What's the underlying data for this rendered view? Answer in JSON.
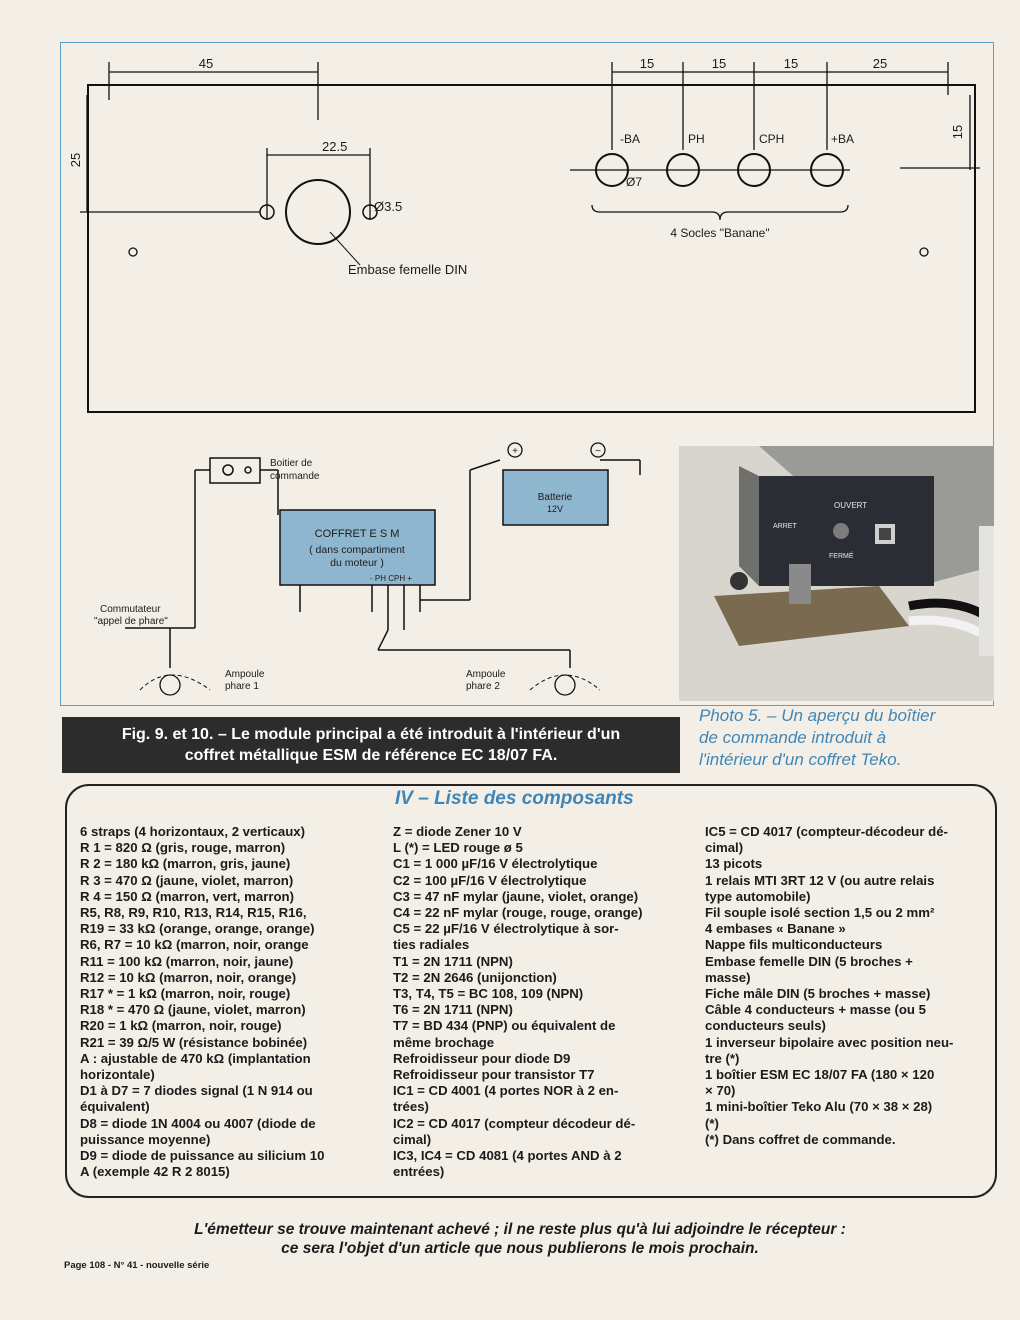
{
  "figure": {
    "dims": {
      "d45": "45",
      "d15a": "15",
      "d15b": "15",
      "d15c": "15",
      "d25top": "25",
      "d25left": "25",
      "d15right": "15",
      "d22_5": "22.5",
      "d3_5": "Ø3.5",
      "d7": "Ø7"
    },
    "socket_labels": [
      "-BA",
      "PH",
      "CPH",
      "+BA"
    ],
    "sockets_caption": "4 Socles \"Banane\"",
    "din_label": "Embase femelle DIN",
    "boitier_label_1": "Boitier de",
    "boitier_label_2": "commande",
    "coffret_line1": "COFFRET E S M",
    "coffret_line2": "( dans compartiment",
    "coffret_line3": "du moteur )",
    "coffret_pins": "- PH CPH +",
    "battery_line1": "Batterie",
    "battery_line2": "12V",
    "commutateur_1": "Commutateur",
    "commutateur_2": "\"appel de phare\"",
    "ampoule1_1": "Ampoule",
    "ampoule1_2": "phare 1",
    "ampoule2_1": "Ampoule",
    "ampoule2_2": "phare 2",
    "plus_sign": "+",
    "minus_sign": "−"
  },
  "photo": {
    "label_ouvert": "OUVERT",
    "label_arret": "ARRET",
    "label_ferme": "FERMÉ"
  },
  "caption": {
    "line1": "Fig. 9. et 10. – Le module principal a été introduit à l'intérieur d'un",
    "line2": "coffret métallique ESM de référence EC 18/07 FA."
  },
  "photo_caption": {
    "line1": "Photo 5. – Un aperçu du boîtier",
    "line2": "de commande introduit à",
    "line3": "l'intérieur d'un coffret Teko."
  },
  "list": {
    "title": "IV – Liste des composants",
    "col1": [
      "6 straps (4 horizontaux, 2 verticaux)",
      "R 1 = 820 Ω (gris, rouge, marron)",
      "R 2 = 180 kΩ (marron, gris, jaune)",
      "R 3 = 470 Ω (jaune, violet, marron)",
      "R 4 = 150 Ω (marron, vert, marron)",
      "R5, R8, R9, R10, R13, R14, R15, R16,",
      "R19 = 33 kΩ (orange, orange, orange)",
      "R6, R7 = 10 kΩ (marron, noir, orange",
      "R11 = 100 kΩ (marron, noir, jaune)",
      "R12 = 10 kΩ (marron, noir, orange)",
      "R17 * = 1 kΩ (marron, noir, rouge)",
      "R18 * = 470 Ω (jaune, violet, marron)",
      "R20 = 1 kΩ (marron, noir, rouge)",
      "R21 = 39 Ω/5 W (résistance bobinée)",
      "A : ajustable de 470 kΩ (implantation",
      "horizontale)",
      "D1 à D7 = 7 diodes signal (1 N 914 ou",
      "équivalent)",
      "D8 = diode 1N 4004 ou 4007 (diode de",
      "puissance moyenne)",
      "D9 = diode de puissance au silicium 10",
      "A (exemple 42 R 2 8015)"
    ],
    "col2": [
      "Z = diode Zener 10 V",
      "L (*) = LED rouge ø 5",
      "C1 = 1 000 µF/16 V électrolytique",
      "C2 = 100 µF/16 V électrolytique",
      "C3 = 47 nF mylar (jaune, violet, orange)",
      "C4 = 22 nF mylar (rouge, rouge, orange)",
      "C5 = 22 µF/16 V électrolytique à sor-",
      "ties radiales",
      "T1 = 2N 1711 (NPN)",
      "T2 = 2N 2646 (unijonction)",
      "T3, T4, T5 = BC 108, 109 (NPN)",
      "T6 = 2N 1711 (NPN)",
      "T7 = BD 434 (PNP) ou équivalent de",
      "même brochage",
      "Refroidisseur pour diode D9",
      "Refroidisseur pour transistor T7",
      "IC1 = CD 4001 (4 portes NOR à 2 en-",
      "trées)",
      "IC2 = CD 4017 (compteur décodeur dé-",
      "cimal)",
      "IC3, IC4 = CD 4081 (4 portes AND à 2",
      "entrées)"
    ],
    "col3": [
      "IC5 = CD 4017 (compteur-décodeur dé-",
      "cimal)",
      "13 picots",
      "1 relais MTI 3RT 12 V (ou autre relais",
      "type automobile)",
      "Fil souple isolé section 1,5 ou 2 mm²",
      "4 embases « Banane »",
      "Nappe fils multiconducteurs",
      "Embase femelle DIN (5 broches +",
      "masse)",
      "Fiche mâle DIN (5 broches + masse)",
      "Câble 4 conducteurs + masse (ou 5",
      "conducteurs seuls)",
      "1 inverseur bipolaire avec position neu-",
      "tre (*)",
      "1 boîtier ESM EC 18/07 FA (180 × 120",
      "× 70)",
      "1 mini-boîtier Teko Alu (70 × 38 × 28)",
      "(*)",
      "(*) Dans coffret de commande."
    ]
  },
  "footer": {
    "line1": "L'émetteur se trouve maintenant achevé ; il ne reste plus qu'à lui adjoindre le récepteur :",
    "line2": "ce sera l'objet d'un article que nous publierons le mois prochain."
  },
  "page_number": "Page 108 - N° 41 - nouvelle série"
}
